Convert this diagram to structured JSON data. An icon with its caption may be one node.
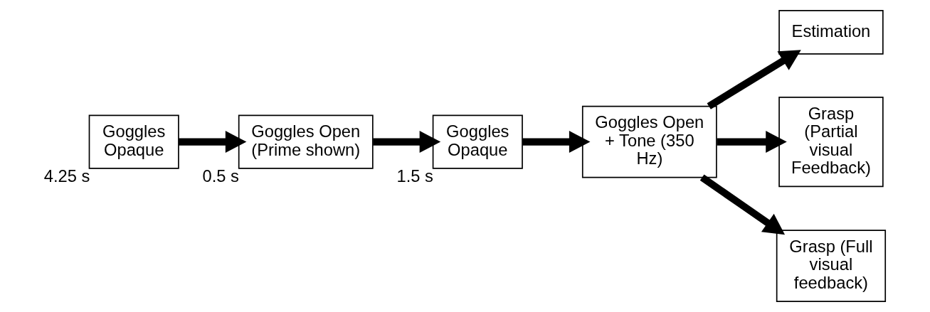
{
  "diagram": {
    "nodes": [
      {
        "text": [
          "Goggles Opaque"
        ],
        "beside": [
          "4.25 s"
        ]
      },
      {
        "text": [
          "Goggles Open (Prime shown)"
        ],
        "beside": [
          "0.5 s"
        ]
      },
      {
        "text": [
          "Goggles Opaque"
        ],
        "beside": [
          "1.5 s"
        ]
      },
      {
        "text": [
          "Goggles Open + Tone (350 Hz)"
        ]
      },
      {
        "text": [
          "Estimation"
        ]
      },
      {
        "text": [
          "Grasp (Partial visual Feedback)"
        ]
      },
      {
        "text": [
          "Grasp (Full visual feedback)"
        ]
      }
    ],
    "edges": [
      {
        "from": 0,
        "to": 1,
        "arrow": "to"
      },
      {
        "from": 1,
        "to": 2,
        "arrow": "to"
      },
      {
        "from": 2,
        "to": 3,
        "arrow": "to"
      },
      {
        "from": 3,
        "to": 4,
        "arrow": "to"
      },
      {
        "from": 3,
        "to": 5,
        "arrow": "to"
      },
      {
        "from": 3,
        "to": 6,
        "arrow": "to"
      }
    ]
  }
}
